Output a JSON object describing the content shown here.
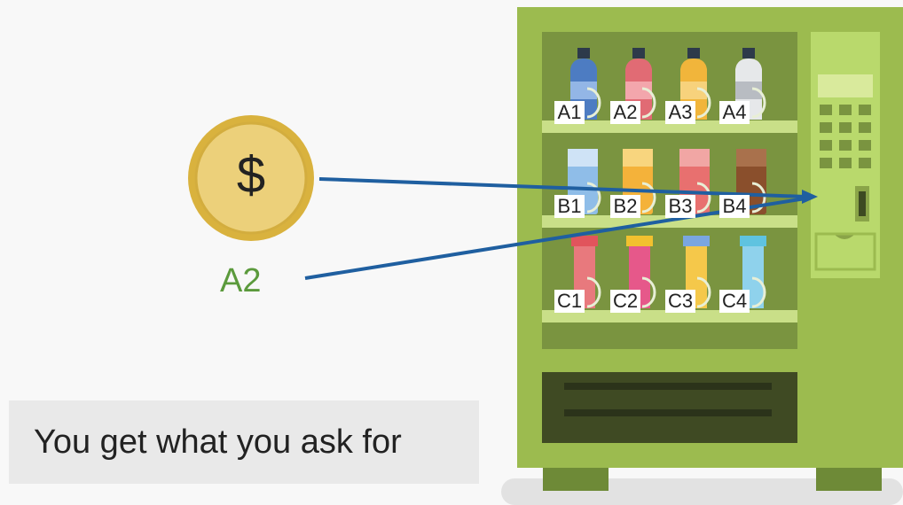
{
  "coin": {
    "symbol": "$",
    "label": "A2"
  },
  "caption": "You get what you ask for",
  "machine": {
    "rows": [
      [
        "A1",
        "A2",
        "A3",
        "A4"
      ],
      [
        "B1",
        "B2",
        "B3",
        "B4"
      ],
      [
        "C1",
        "C2",
        "C3",
        "C4"
      ]
    ]
  },
  "colors": {
    "machine_body": "#9cbb4f",
    "machine_dark": "#6e8a37",
    "shelf_bg": "#7a9440",
    "panel": "#b9d96c",
    "arrow": "#1f5fa0",
    "label_green": "#5b9a3c"
  }
}
